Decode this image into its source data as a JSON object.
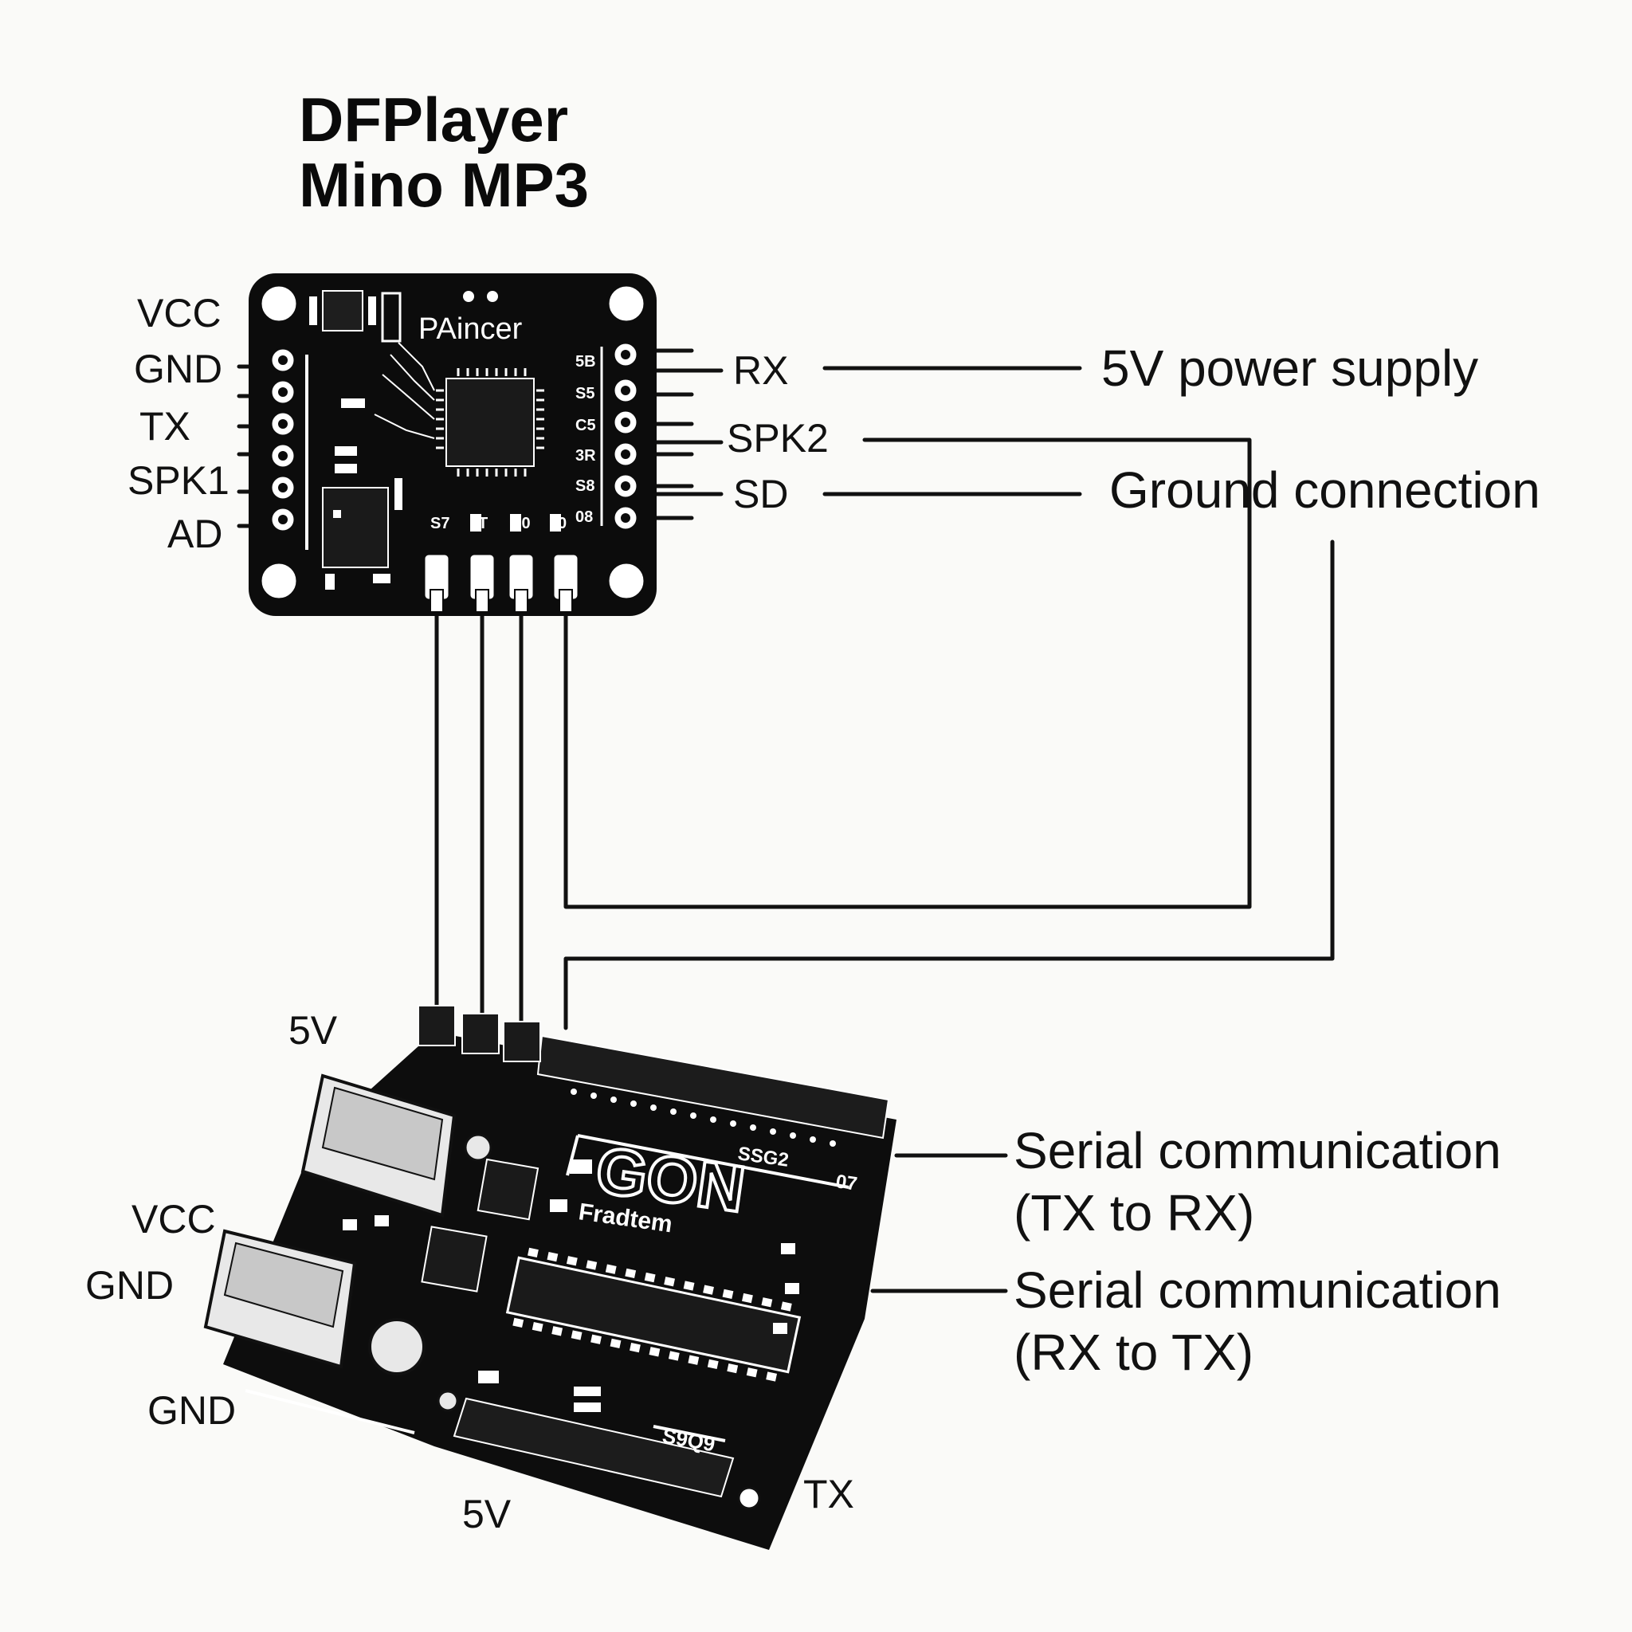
{
  "title": {
    "line1": "DFPlayer",
    "line2": "Mino MP3"
  },
  "module": {
    "chip_text": "PAincer",
    "left_pins": [
      "VCC",
      "GND",
      "TX",
      "SPK1",
      "AD"
    ],
    "right_pins": [
      "RX",
      "SPK2",
      "SD"
    ],
    "silk_right": [
      "5B",
      "S5",
      "C5",
      "3R",
      "S8",
      "08"
    ],
    "silk_bottom": [
      "S7",
      "T",
      "B0",
      "0"
    ]
  },
  "board": {
    "logo": "GON",
    "sub_logo": "Fradtem",
    "silk_top": "SSG2",
    "silk_tx": "07",
    "silk_bottom": "S9Q9"
  },
  "board_labels": {
    "top_5v": "5V",
    "vcc": "VCC",
    "gnd_upper": "GND",
    "gnd_lower": "GND",
    "bottom_5v": "5V",
    "tx": "TX"
  },
  "annotations": {
    "power": "5V power supply",
    "ground": "Ground connection",
    "serial_tx_rx": {
      "line1": "Serial communication",
      "line2": "(TX to RX)"
    },
    "serial_rx_tx": {
      "line1": "Serial communication",
      "line2": "(RX to TX)"
    }
  }
}
